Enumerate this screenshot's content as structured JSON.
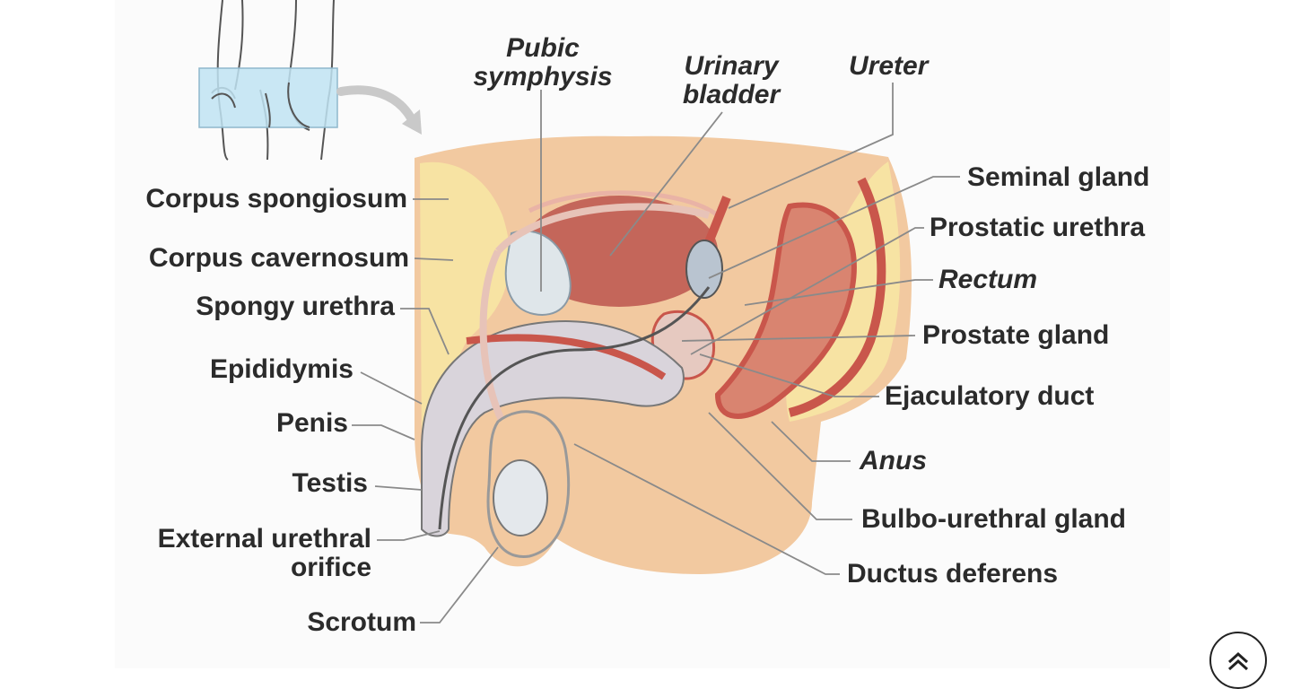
{
  "labels": {
    "pubic_symphysis": "Pubic\nsymphysis",
    "urinary_bladder": "Urinary\nbladder",
    "ureter": "Ureter",
    "seminal_gland": "Seminal gland",
    "prostatic_urethra": "Prostatic urethra",
    "rectum": "Rectum",
    "prostate_gland": "Prostate gland",
    "ejaculatory_duct": "Ejaculatory duct",
    "anus": "Anus",
    "bulbo_urethral_gland": "Bulbo-urethral gland",
    "ductus_deferens": "Ductus deferens",
    "corpus_spongiosum": "Corpus spongiosum",
    "corpus_cavernosum": "Corpus cavernosum",
    "spongy_urethra": "Spongy urethra",
    "epididymis": "Epididymis",
    "penis": "Penis",
    "testis": "Testis",
    "external_urethral_orifice": "External urethral\norifice",
    "scrotum": "Scrotum"
  },
  "colors": {
    "label_text": "#2b2b2b",
    "leader_line": "#8a8a8a",
    "skin": "#f2c9a0",
    "fat": "#f7e3a3",
    "muscle_red": "#c9564b",
    "bladder": "#c4665a",
    "bone": "#dfe6ea",
    "highlight_box": "#bfe3f2"
  },
  "controls": {
    "scroll_top_icon": "double-chevron-up-icon"
  }
}
